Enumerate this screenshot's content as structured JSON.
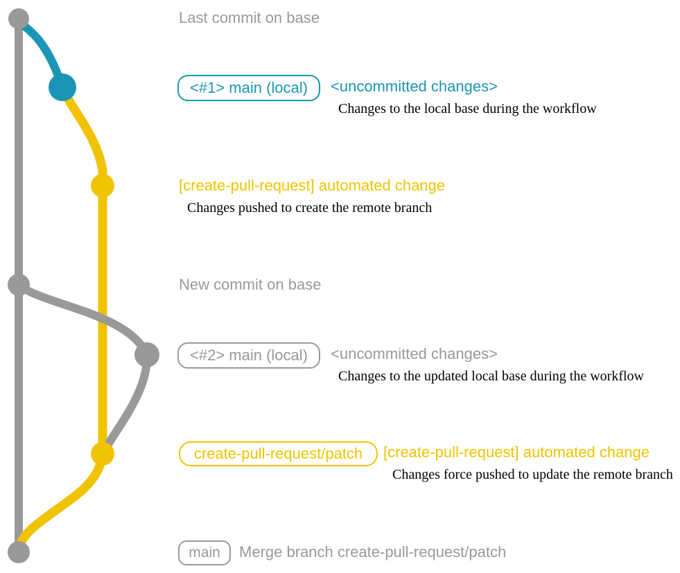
{
  "colors": {
    "gray": "#999999",
    "teal": "#1b95b5",
    "yellow": "#f0c300",
    "ink": "#000000"
  },
  "graph": {
    "base_commit_label": "Last commit on base",
    "new_commit_label": "New commit on base",
    "icons": {
      "commit_dot": "filled-circle",
      "branch_line": "curved-connector"
    }
  },
  "steps": {
    "step1": {
      "badge": "<#1> main (local)",
      "title": "<uncommitted changes>",
      "note": "Changes to the local base during the workflow"
    },
    "step2": {
      "title": "[create-pull-request] automated change",
      "note": "Changes pushed to create the remote branch"
    },
    "step3": {
      "badge": "<#2> main (local)",
      "title": "<uncommitted changes>",
      "note": "Changes to the updated local base during the workflow"
    },
    "step4": {
      "badge": "create-pull-request/patch",
      "title": "[create-pull-request] automated change",
      "note": "Changes force pushed to update the remote branch"
    },
    "merge": {
      "badge": "main",
      "label": "Merge branch create-pull-request/patch"
    }
  }
}
